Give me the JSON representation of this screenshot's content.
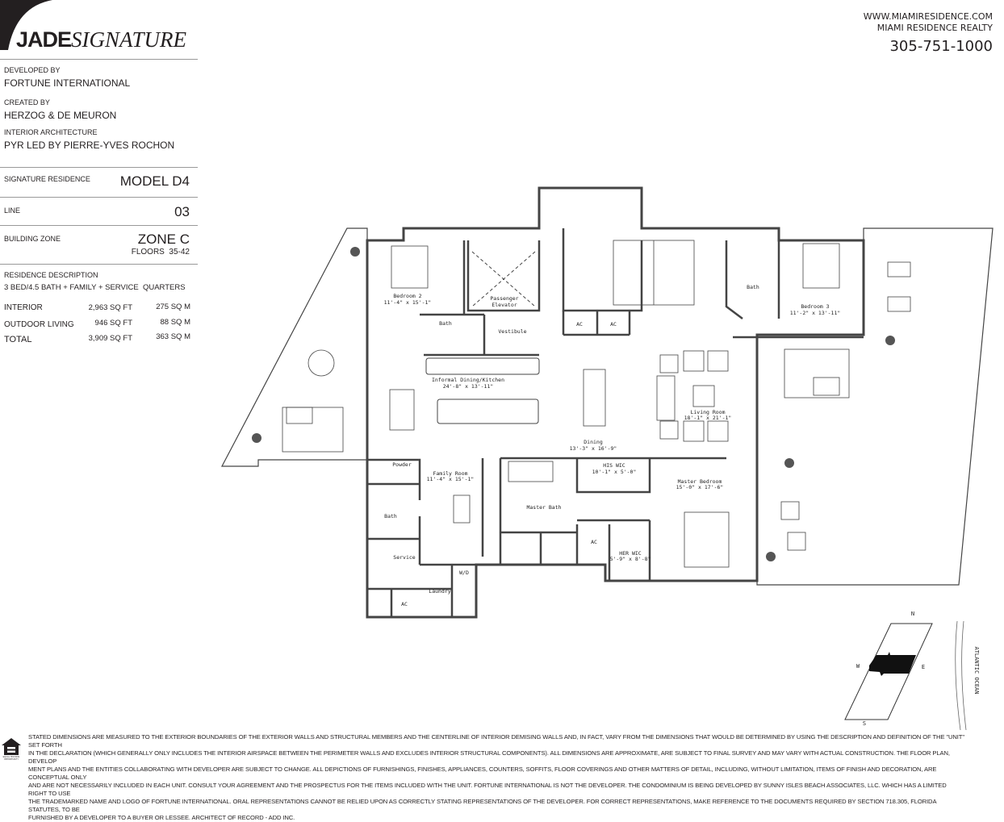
{
  "brand": {
    "logo_bold": "JADE",
    "logo_italic": "SIGNATURE"
  },
  "credits": [
    {
      "label": "DEVELOPED BY",
      "value": "FORTUNE INTERNATIONAL"
    },
    {
      "label": "CREATED BY",
      "value": "HERZOG & DE MEURON"
    },
    {
      "label": "INTERIOR ARCHITECTURE",
      "value": "PYR LED BY PIERRE-YVES ROCHON"
    }
  ],
  "specs": {
    "residence_label": "SIGNATURE RESIDENCE",
    "residence_value": "MODEL D4",
    "line_label": "LINE",
    "line_value": "03",
    "zone_label": "BUILDING ZONE",
    "zone_value": "ZONE C",
    "floors": "FLOORS  35-42",
    "description_label": "RESIDENCE DESCRIPTION",
    "description": "3 BED/4.5 BATH + FAMILY + SERVICE  QUARTERS",
    "areas": [
      {
        "label": "INTERIOR",
        "sqft": "2,963 SQ FT",
        "sqm": "275 SQ M"
      },
      {
        "label": "OUTDOOR LIVING",
        "sqft": "946 SQ FT",
        "sqm": "88 SQ M"
      },
      {
        "label": "TOTAL",
        "sqft": "3,909 SQ FT",
        "sqm": "363 SQ M"
      }
    ]
  },
  "contact": {
    "website": "WWW.MIAMIRESIDENCE.COM",
    "company": "MIAMI RESIDENCE REALTY",
    "phone": "305-751-1000"
  },
  "rooms": {
    "bedroom2": {
      "name": "Bedroom 2",
      "dim": "11'-4\" x 15'-1\""
    },
    "elevator": {
      "name1": "Passenger",
      "name2": "Elevator"
    },
    "bath_b2": {
      "name": "Bath"
    },
    "vestibule": {
      "name": "Vestibule"
    },
    "ac1": {
      "name": "AC"
    },
    "ac2": {
      "name": "AC"
    },
    "bath_b3": {
      "name": "Bath"
    },
    "bedroom3": {
      "name": "Bedroom 3",
      "dim": "11'-2\" x 13'-11\""
    },
    "kitchen": {
      "name": "Informal Dining/Kitchen",
      "dim": "24'-8\" x 13'-11\""
    },
    "living": {
      "name": "Living Room",
      "dim": "18'-1\" x 21'-1\""
    },
    "dining": {
      "name": "Dining",
      "dim": "13'-3\" x 16'-9\""
    },
    "powder": {
      "name": "Powder"
    },
    "family": {
      "name": "Family Room",
      "dim": "11'-4\" x 15'-1\""
    },
    "his_wic": {
      "name": "HIS WIC",
      "dim": "10'-1\" x 5'-0\""
    },
    "master_bed": {
      "name": "Master Bedroom",
      "dim": "15'-0\" x 17'-6\""
    },
    "bath_service": {
      "name": "Bath"
    },
    "master_bath": {
      "name": "Master Bath"
    },
    "ac3": {
      "name": "AC"
    },
    "her_wic": {
      "name": "HER WIC",
      "dim": "5'-9\" x 8'-8\""
    },
    "service": {
      "name": "Service"
    },
    "wd": {
      "name": "W/D"
    },
    "laundry": {
      "name": "Laundry"
    },
    "ac4": {
      "name": "AC"
    }
  },
  "compass": {
    "n": "N",
    "s": "S",
    "e": "E",
    "w": "W",
    "ocean": "ATLANTIC OCEAN"
  },
  "disclaimer": [
    "STATED DIMENSIONS ARE MEASURED TO THE EXTERIOR BOUNDARIES OF THE EXTERIOR WALLS AND STRUCTURAL MEMBERS AND THE CENTERLINE OF INTERIOR DEMISING WALLS AND, IN FACT, VARY FROM THE DIMENSIONS THAT WOULD BE DETERMINED BY USING THE DESCRIPTION AND DEFINITION OF THE \"UNIT\" SET FORTH",
    "IN THE DECLARATION (WHICH GENERALLY ONLY INCLUDES THE INTERIOR AIRSPACE BETWEEN THE PERIMETER WALLS AND EXCLUDES INTERIOR STRUCTURAL COMPONENTS). ALL DIMENSIONS ARE APPROXIMATE, ARE SUBJECT TO FINAL SURVEY AND MAY VARY WITH ACTUAL CONSTRUCTION.  THE FLOOR PLAN, DEVELOP",
    "MENT PLANS AND THE ENTITIES COLLABORATING WITH DEVELOPER ARE SUBJECT TO CHANGE. ALL DEPICTIONS OF FURNISHINGS, FINISHES, APPLIANCES, COUNTERS, SOFFITS, FLOOR COVERINGS AND OTHER MATTERS OF DETAIL, INCLUDING, WITHOUT LIMITATION, ITEMS OF FINISH AND DECORATION, ARE CONCEPTUAL ONLY",
    "AND ARE NOT NECESSARILY INCLUDED IN EACH UNIT.  CONSULT YOUR AGREEMENT AND THE PROSPECTUS FOR THE ITEMS INCLUDED WITH THE UNIT. FORTUNE INTERNATIONAL IS NOT THE DEVELOPER.  THE CONDOMINIUM IS BEING DEVELOPED BY SUNNY ISLES BEACH ASSOCIATES, LLC. WHICH HAS A LIMITED RIGHT TO USE",
    "THE TRADEMARKED NAME AND LOGO OF FORTUNE INTERNATIONAL. ORAL REPRESENTATIONS CANNOT BE RELIED UPON AS CORRECTLY STATING REPRESENTATIONS OF THE DEVELOPER.  FOR CORRECT REPRESENTATIONS, MAKE REFERENCE TO THE DOCUMENTS REQUIRED BY SECTION 718.305, FLORIDA STATUTES, TO BE",
    "FURNISHED BY A DEVELOPER TO A BUYER OR LESSEE. ARCHITECT OF RECORD - ADD INC."
  ],
  "equal_housing": "EQUAL HOUSING OPPORTUNITY"
}
